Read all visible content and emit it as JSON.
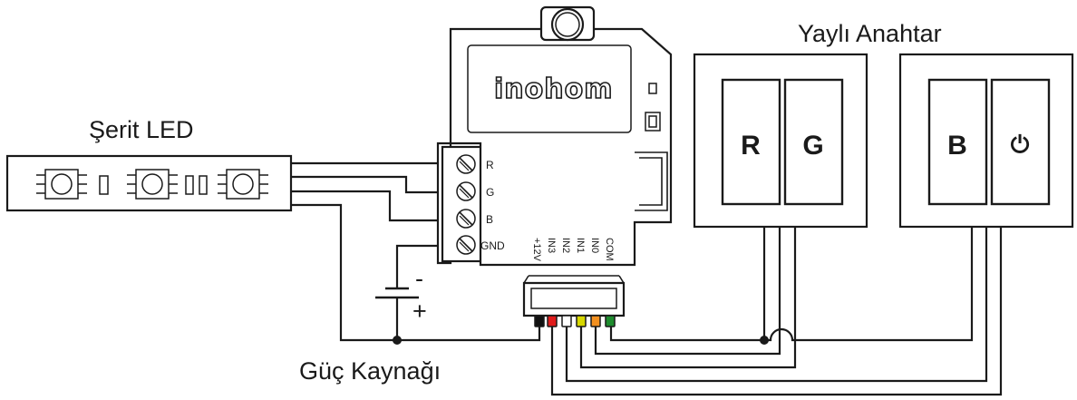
{
  "labels": {
    "led_strip": "Şerit LED",
    "switch": "Yaylı Anahtar",
    "power": "Güç Kaynağı",
    "brand": "inohom"
  },
  "terminals": [
    "R",
    "G",
    "B",
    "GND"
  ],
  "inputs": [
    "COM",
    "IN0",
    "IN1",
    "IN2",
    "IN3",
    "+12V"
  ],
  "polarity": {
    "minus": "-",
    "plus": "+"
  },
  "keys": {
    "r": "R",
    "g": "G",
    "b": "B",
    "power": "⏻"
  },
  "pin_colors": [
    "#111111",
    "#e01b1b",
    "#ffffff",
    "#d8d800",
    "#f29020",
    "#1e8c2e"
  ]
}
